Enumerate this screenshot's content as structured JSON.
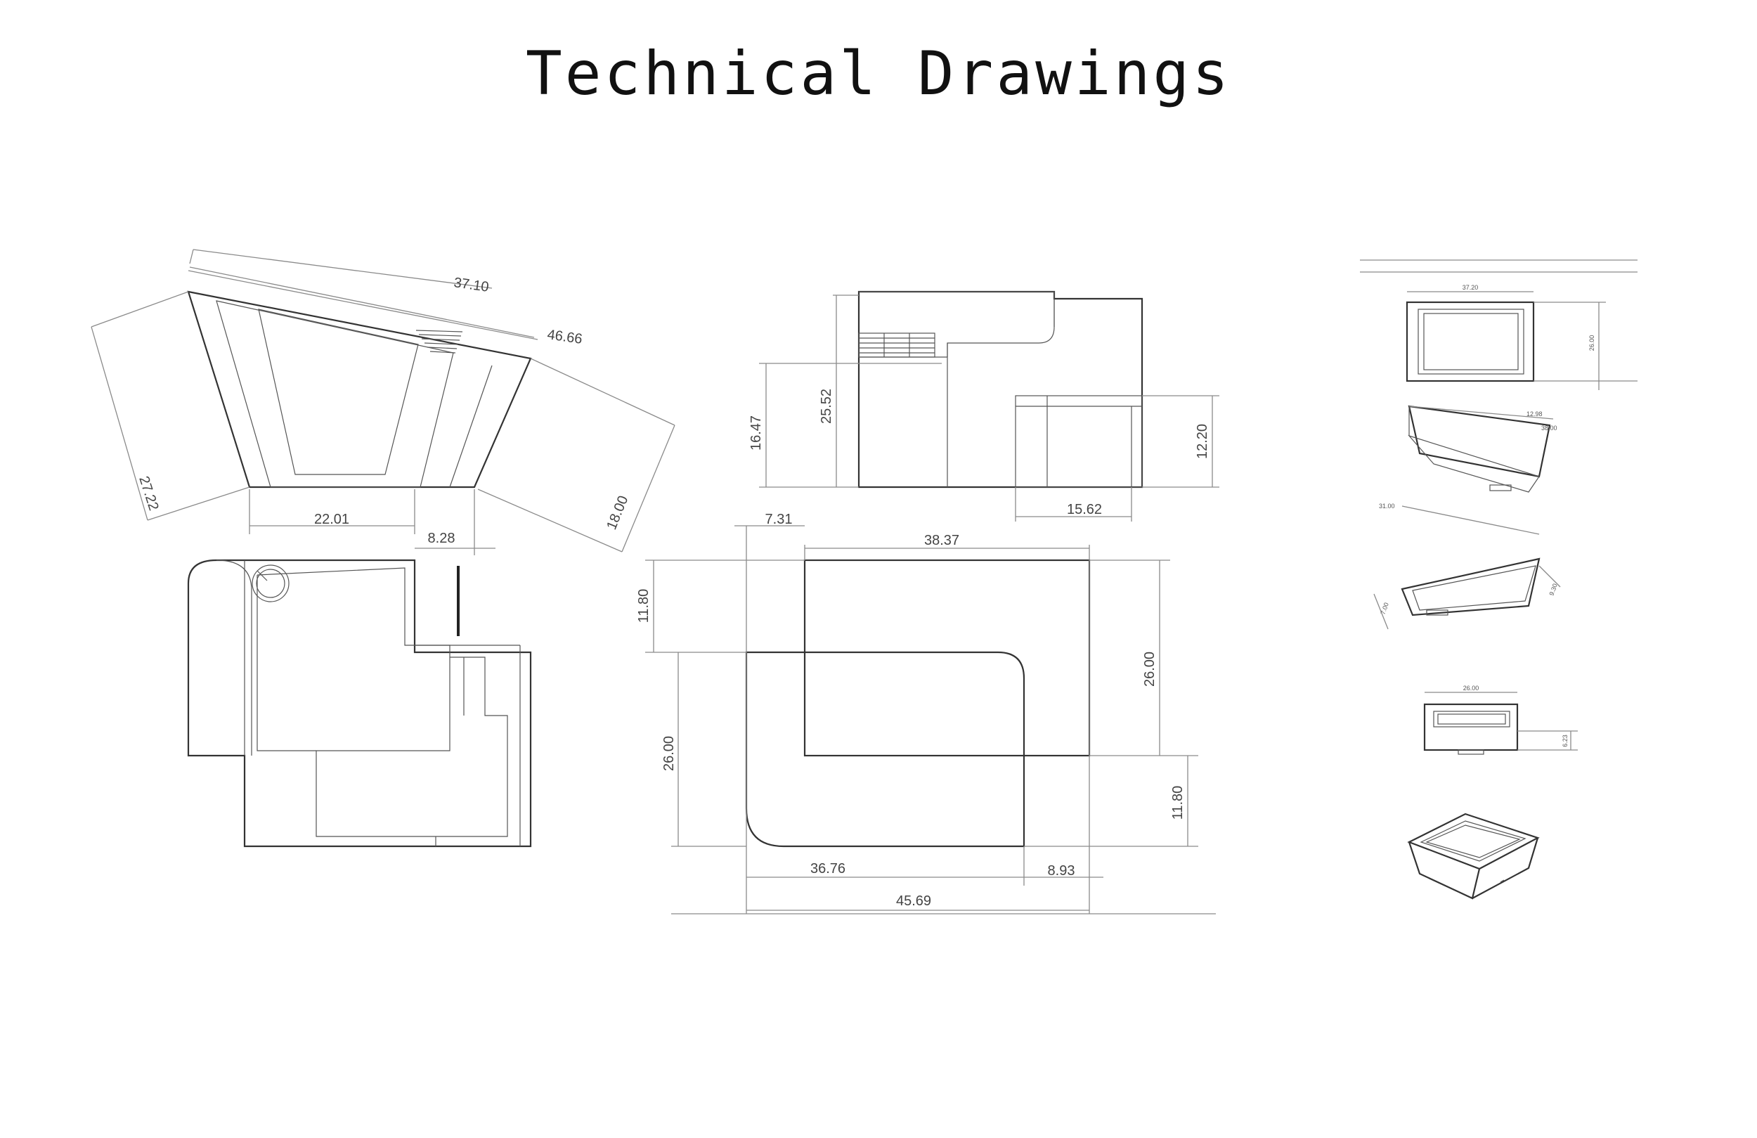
{
  "title": "Technical Drawings",
  "dimensions": {
    "side_view": [
      "37.10",
      "46.66",
      "27.22",
      "18.00",
      "22.01",
      "8.28"
    ],
    "front_view": [
      "25.52",
      "16.47",
      "12.20",
      "15.62"
    ],
    "top_view": [
      "7.31",
      "38.37",
      "11.80",
      "26.00",
      "26.00",
      "11.80",
      "36.76",
      "8.93",
      "45.69"
    ],
    "thumbnails": [
      "37.20",
      "26.00",
      "12.98",
      "38.00",
      "31.00",
      "7.00",
      "9.30",
      "26.00",
      "6.23"
    ]
  }
}
